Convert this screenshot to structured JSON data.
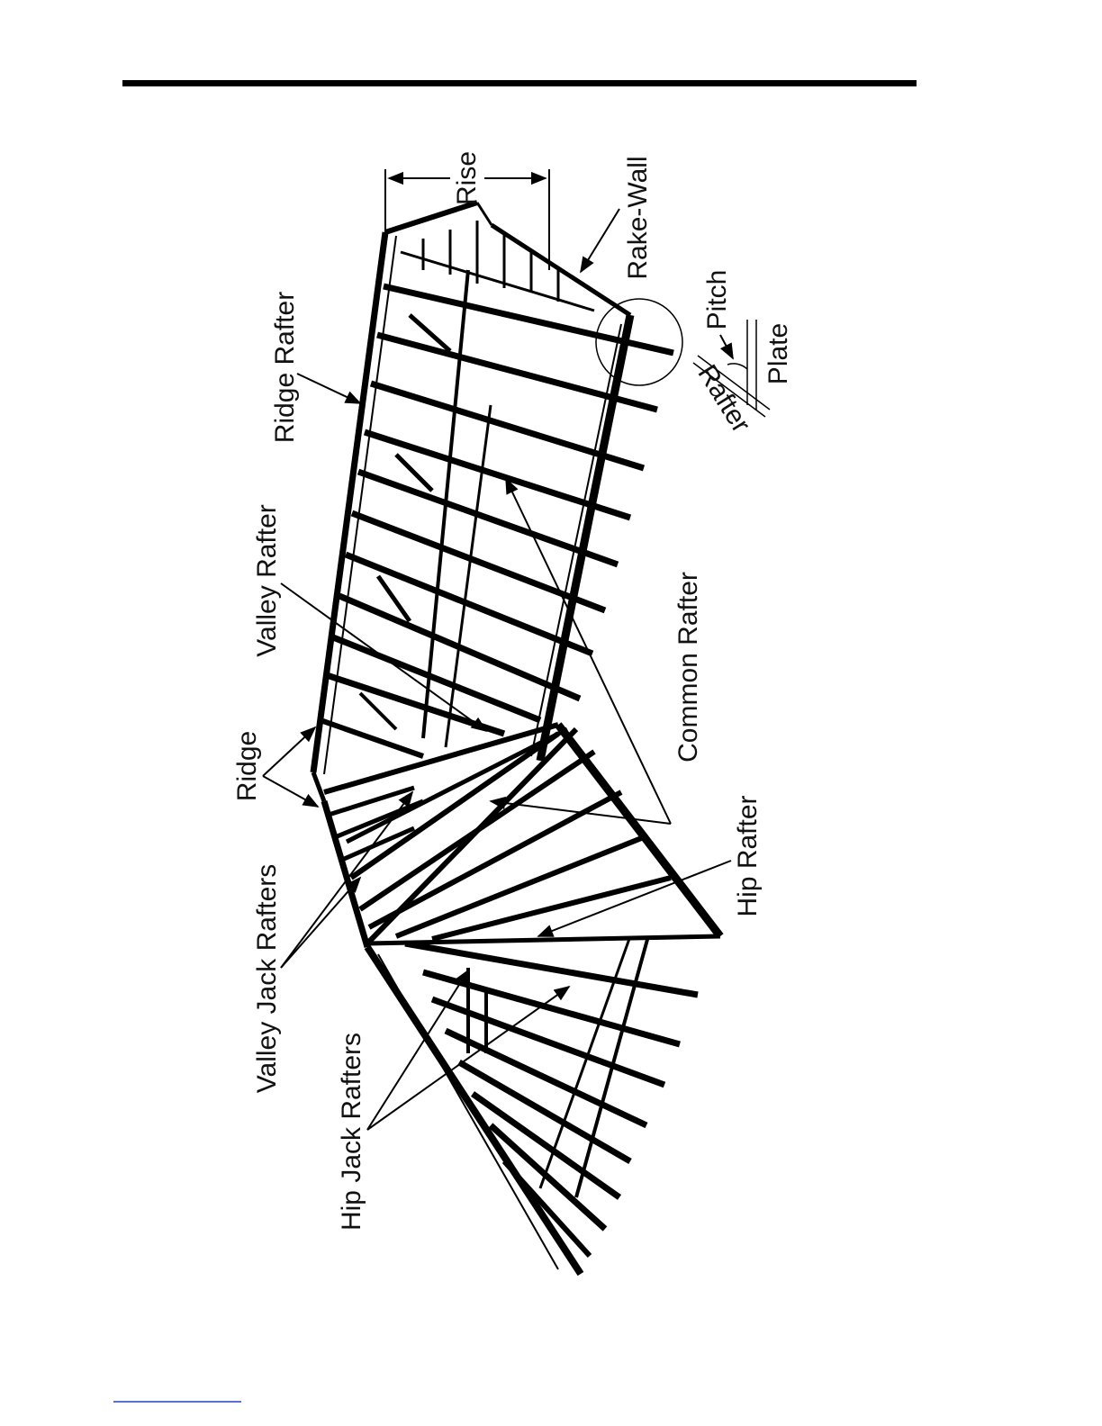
{
  "figure": {
    "labels": {
      "rise": "Rise",
      "rake_wall": "Rake-Wall",
      "ridge_rafter": "Ridge Rafter",
      "pitch": "Pitch",
      "plate": "Plate",
      "rafter": "Rafter",
      "valley_rafter": "Valley Rafter",
      "common_rafter": "Common Rafter",
      "ridge": "Ridge",
      "hip_rafter": "Hip Rafter",
      "valley_jack_rafters": "Valley Jack Rafters",
      "hip_jack_rafters": "Hip Jack Rafters"
    }
  }
}
